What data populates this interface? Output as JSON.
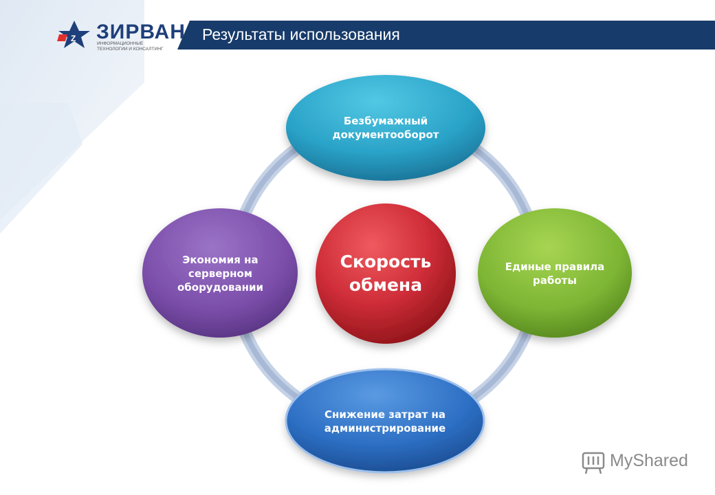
{
  "header": {
    "logo_name": "ЗИРВАН",
    "logo_subtitle": "ИНФОРМАЦИОННЫЕ ТЕХНОЛОГИИ И КОНСАЛТИНГ",
    "title": "Результаты использования"
  },
  "diagram": {
    "center": "Скорость обмена",
    "top": "Безбумажный документооборот",
    "right": "Единые правила работы",
    "bottom": "Снижение затрат на администрирование",
    "left": "Экономия на серверном оборудовании"
  },
  "watermark": {
    "text": "MyShared"
  },
  "colors": {
    "header_band": "#173b6a",
    "center": "#c8283a",
    "top": "#2aa7c9",
    "right": "#7db534",
    "bottom": "#2d6fc4",
    "left": "#7b4eaa",
    "ring": "#a8b9d6"
  }
}
